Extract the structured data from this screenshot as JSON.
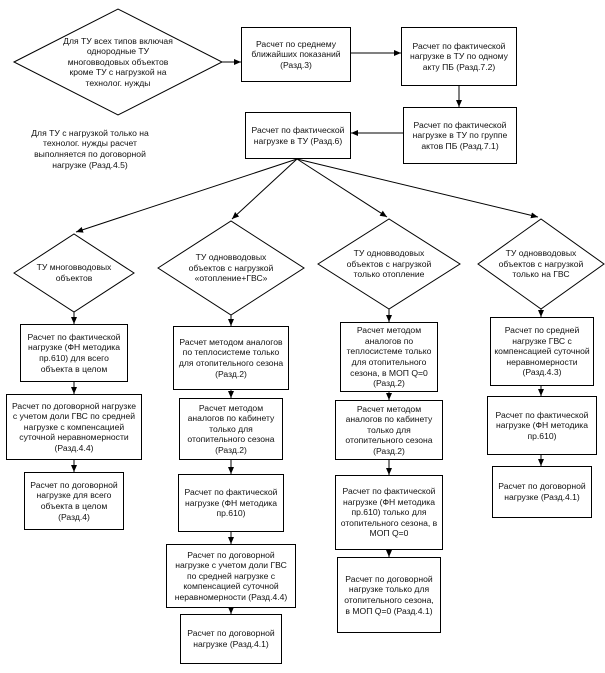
{
  "diagram": {
    "nodes": {
      "d_all_types": "Для ТУ всех типов включая однородные ТУ многовводовых объектов кроме ТУ с нагрузкой на технолог. нужды",
      "b_avg_readings": "Расчет по среднему ближайших показаний (Разд.3)",
      "b_fact_one_act": "Расчет по фактической нагрузке в ТУ по одному акту ПБ (Разд.7.2)",
      "note_tech": "Для ТУ с нагрузкой только на технолог. нужды расчет выполняется по договорной нагрузке (Разд.4.5)",
      "b_fact_tu": "Расчет по фактической нагрузке в ТУ (Разд.6)",
      "b_fact_group": "Расчет по фактической нагрузке в ТУ по группе актов ПБ (Разд.7.1)",
      "d_multi": "ТУ многовводовых объектов",
      "d_heat_gvs": "ТУ одновводовых объектов с нагрузкой «отопление+ГВС»",
      "d_heat_only": "ТУ одновводовых объектов с нагрузкой только отопление",
      "d_gvs_only": "ТУ одновводовых объектов с нагрузкой только на ГВС",
      "c1_fact": "Расчет по фактической нагрузке (ФН методика пр.610) для всего объекта в целом",
      "c1_contract_share": "Расчет по договорной нагрузке с учетом доли ГВС по средней нагрузке с компенсацией суточной неравномерности (Разд.4.4)",
      "c1_contract": "Расчет по договорной нагрузке для всего объекта в целом (Разд.4)",
      "c2_analog_system": "Расчет методом аналогов по теплосистеме только для отопительного сезона (Разд.2)",
      "c2_analog_cabinet": "Расчет методом аналогов по кабинету только для отопительного сезона (Разд.2)",
      "c2_fact": "Расчет по фактической нагрузке (ФН методика пр.610)",
      "c2_contract_share": "Расчет по договорной нагрузке с учетом доли ГВС по средней нагрузке с компенсацией суточной неравномерности (Разд.4.4)",
      "c2_contract": "Расчет по договорной нагрузке (Разд.4.1)",
      "c3_analog_system": "Расчет методом аналогов по теплосистеме только для отопительного сезона, в МОП Q=0 (Разд.2)",
      "c3_analog_cabinet": "Расчет методом аналогов по кабинету только для отопительного сезона (Разд.2)",
      "c3_fact": "Расчет по фактической нагрузке (ФН методика пр.610) только для отопительного сезона, в МОП Q=0",
      "c3_contract": "Расчет по договорной нагрузке только для отопительного сезона, в МОП Q=0 (Разд.4.1)",
      "c4_avg_gvs": "Расчет по средней нагрузке ГВС с компенсацией суточной неравномерности (Разд.4.3)",
      "c4_fact": "Расчет по фактической нагрузке (ФН методика пр.610)",
      "c4_contract": "Расчет по договорной нагрузке (Разд.4.1)"
    }
  }
}
